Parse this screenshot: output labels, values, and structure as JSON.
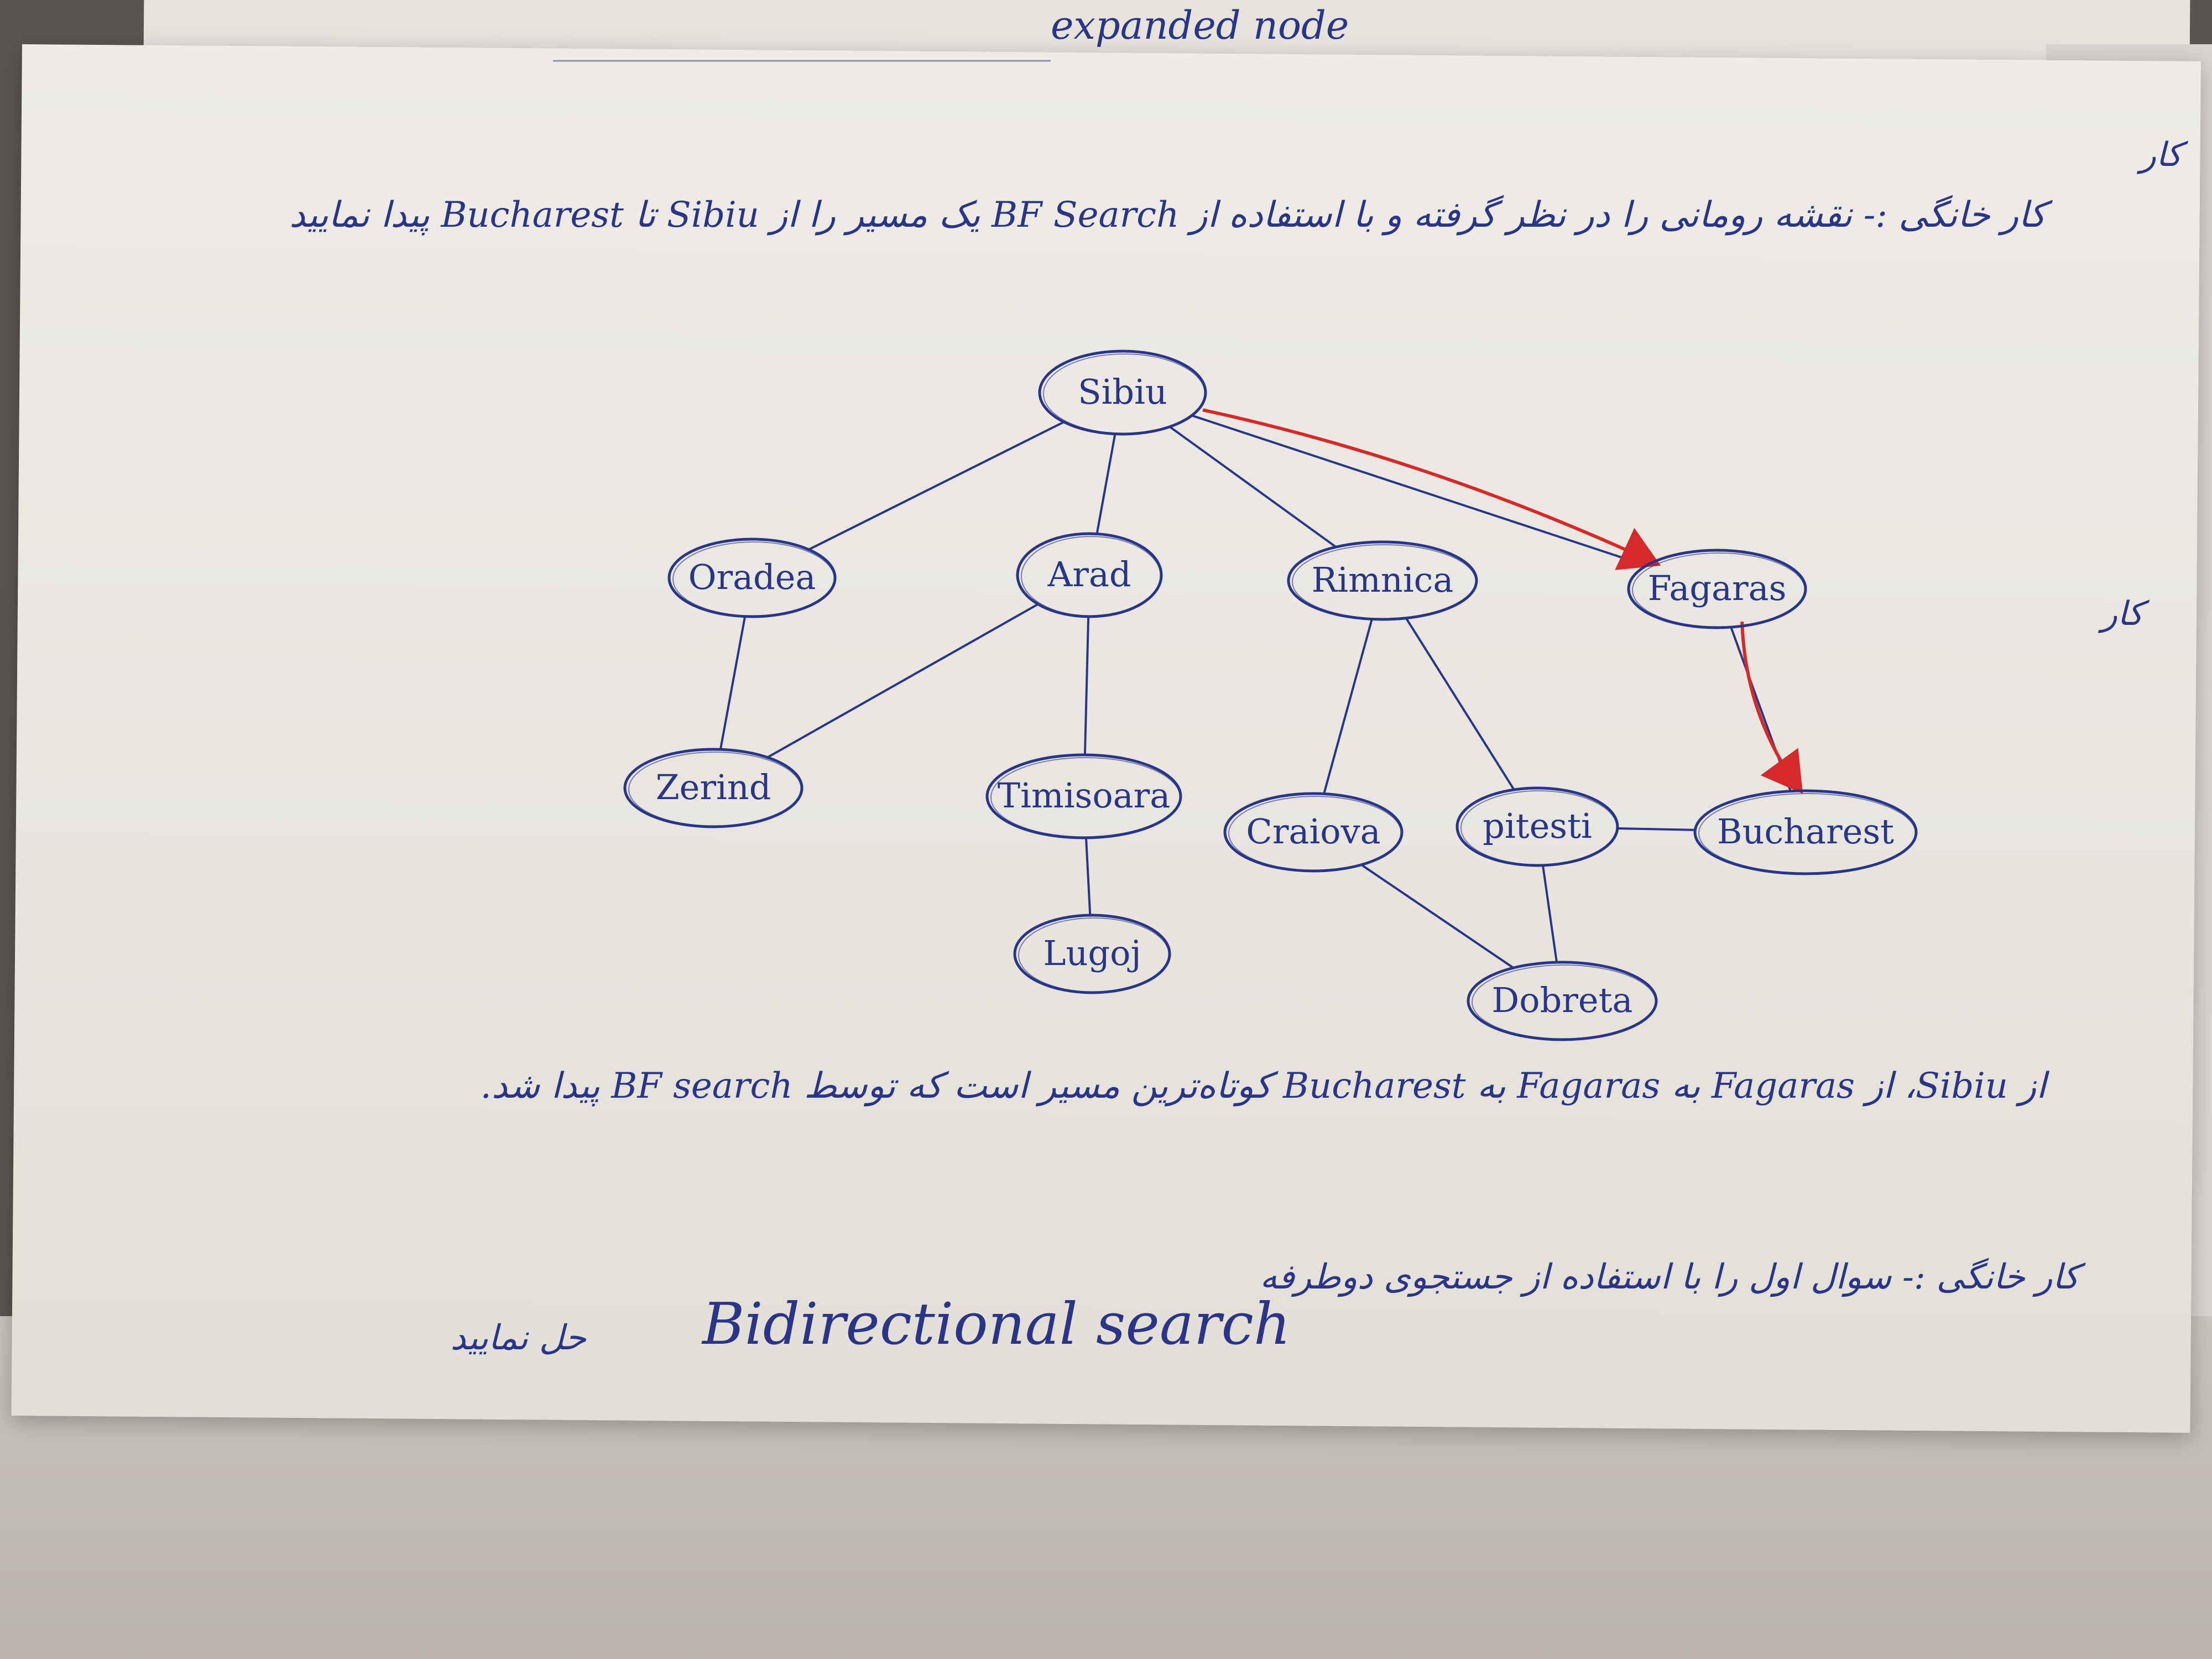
{
  "header_fragment": "expanded node",
  "task1": {
    "prefix": "کار خانگی :- نقشه رومانی را در نظر گرفته و با استفاده از",
    "method": "BF Search",
    "middle": "یک مسیر را از",
    "from": "Sibiu",
    "to_word": "تا",
    "to": "Bucharest",
    "suffix": "پیدا نمایید"
  },
  "graph": {
    "nodes": [
      {
        "id": "sibiu",
        "label": "Sibiu"
      },
      {
        "id": "oradea",
        "label": "Oradea"
      },
      {
        "id": "arad",
        "label": "Arad"
      },
      {
        "id": "rimnica",
        "label": "Rimnica"
      },
      {
        "id": "fagaras",
        "label": "Fagaras"
      },
      {
        "id": "zerind",
        "label": "Zerind"
      },
      {
        "id": "timisoara",
        "label": "Timisoara"
      },
      {
        "id": "lugoj",
        "label": "Lugoj"
      },
      {
        "id": "craiova",
        "label": "Craiova"
      },
      {
        "id": "pitesti",
        "label": "pitesti"
      },
      {
        "id": "bucharest",
        "label": "Bucharest"
      },
      {
        "id": "dobreta",
        "label": "Dobreta"
      }
    ],
    "edges": [
      [
        "sibiu",
        "oradea"
      ],
      [
        "sibiu",
        "arad"
      ],
      [
        "sibiu",
        "rimnica"
      ],
      [
        "sibiu",
        "fagaras"
      ],
      [
        "oradea",
        "zerind"
      ],
      [
        "arad",
        "zerind"
      ],
      [
        "arad",
        "timisoara"
      ],
      [
        "timisoara",
        "lugoj"
      ],
      [
        "rimnica",
        "craiova"
      ],
      [
        "rimnica",
        "pitesti"
      ],
      [
        "fagaras",
        "bucharest"
      ],
      [
        "pitesti",
        "bucharest"
      ],
      [
        "craiova",
        "dobreta"
      ],
      [
        "pitesti",
        "dobreta"
      ]
    ],
    "highlighted_path": [
      "sibiu",
      "fagaras",
      "bucharest"
    ],
    "colors": {
      "ink": "#2a3588",
      "path": "#d62a2a"
    }
  },
  "answer": {
    "text": "از Sibiu، از Fagaras به Fagaras به Bucharest کوتاه‌ترین مسیر است که توسط BF search پیدا شد."
  },
  "task2": {
    "prefix": "کار خانگی :- سوال اول را با استفاده از جستجوی دوطرفه",
    "method": "Bidirectional search",
    "suffix": "حل نمایید"
  },
  "margin_note": "کار"
}
